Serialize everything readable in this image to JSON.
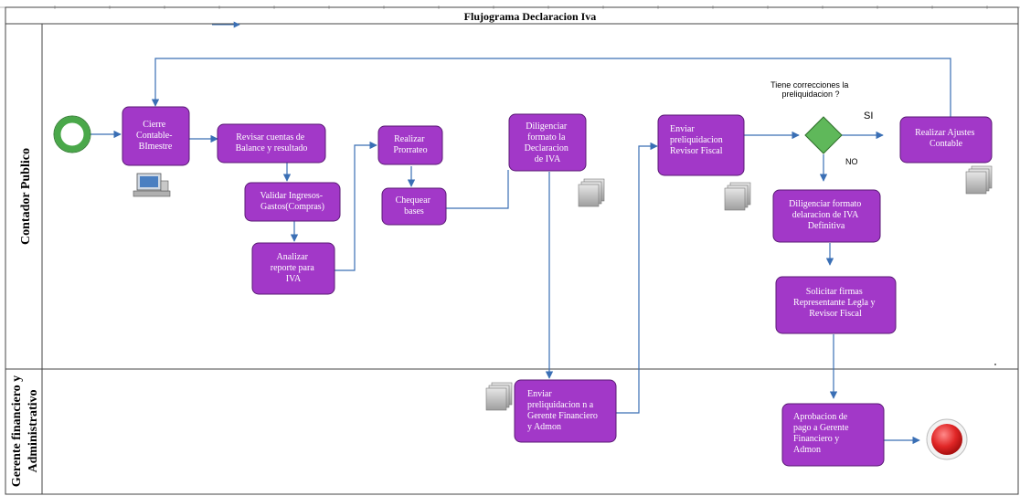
{
  "title": "Flujograma Declaracion Iva",
  "lanes": {
    "contador": "Contador Publico",
    "gerente_line1": "Gerente financiero y",
    "gerente_line2": "Administrativo"
  },
  "nodes": {
    "cierre": [
      "Cierre",
      "Contable-",
      "BImestre"
    ],
    "revisar": [
      "Revisar cuentas de",
      "Balance y resultado"
    ],
    "validar": [
      "Validar Ingresos-",
      "Gastos(Compras)"
    ],
    "analizar": [
      "Analizar",
      "reporte para",
      "IVA"
    ],
    "prorrateo": [
      "Realizar",
      "Prorrateo"
    ],
    "chequear": [
      "Chequear",
      "bases"
    ],
    "diligenciar_formato": [
      "Diligenciar",
      "formato la",
      "Declaracion",
      "de IVA"
    ],
    "enviar_gerente": [
      "Enviar",
      "preliquidacion n a",
      "Gerente Financiero",
      "y Admon"
    ],
    "enviar_revisor": [
      "Enviar",
      "preliquidacion",
      "Revisor Fiscal"
    ],
    "ajustes": [
      "Realizar Ajustes",
      "Contable"
    ],
    "diligenciar_definitiva": [
      "Diligenciar formato",
      "delaracion de IVA",
      "Definitiva"
    ],
    "solicitar_firmas": [
      "Solicitar firmas",
      "Representante Legla y",
      "Revisor Fiscal"
    ],
    "aprobacion": [
      "Aprobacion de",
      "pago  a Gerente",
      "Financiero y",
      "Admon"
    ]
  },
  "decision": {
    "question": [
      "Tiene correcciones la",
      "preliquidacion ?"
    ],
    "yes": "SI",
    "no": "NO"
  },
  "colors": {
    "process_fill": "#a238c8",
    "process_stroke": "#5a1a75",
    "decision_fill": "#5fb85a",
    "start_ring": "#4aa84a",
    "end_fill": "#e03030",
    "arrow": "#3a6fb5"
  }
}
